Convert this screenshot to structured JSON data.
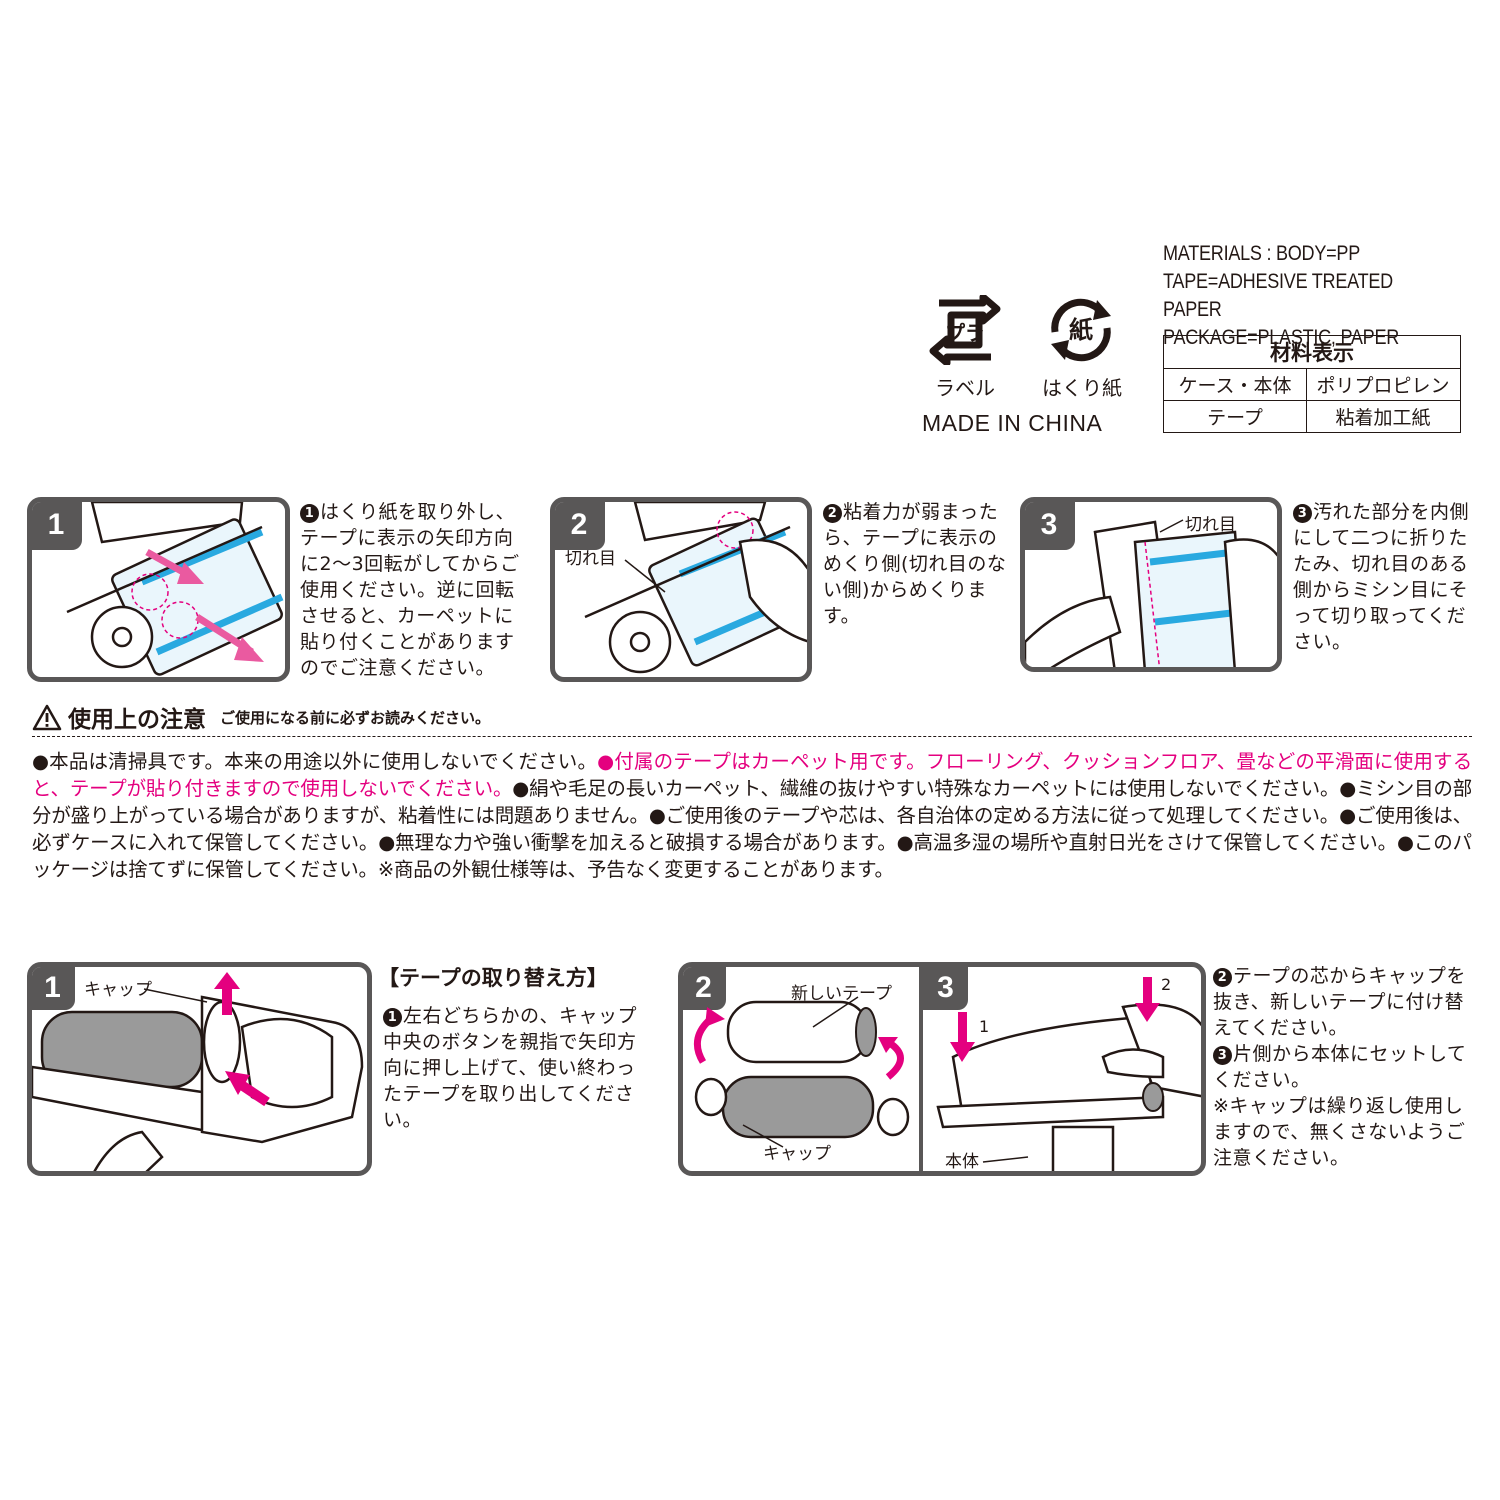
{
  "materials": {
    "line1": "MATERIALS : BODY=PP",
    "line2": "TAPE=ADHESIVE TREATED PAPER",
    "line3": "PACKAGE=PLASTIC, PAPER",
    "table_title": "材料表示",
    "rows": [
      {
        "part": "ケース・本体",
        "material": "ポリプロピレン"
      },
      {
        "part": "テープ",
        "material": "粘着加工紙"
      }
    ]
  },
  "recycle": {
    "pla_mark": "プラ",
    "pla_label": "ラベル",
    "paper_mark": "紙",
    "paper_label": "はくり紙"
  },
  "made_in": "MADE IN CHINA",
  "usage_steps": [
    {
      "num": "1",
      "marker": "1",
      "text": "はくり紙を取り外し、テープに表示の矢印方向に2～3回転がしてからご使用ください。逆に回転させると、カーペットに貼り付くことがありますのでご注意ください。"
    },
    {
      "num": "2",
      "marker": "2",
      "label": "切れ目",
      "text": "粘着力が弱まったら、テープに表示のめくり側(切れ目のない側)からめくります。"
    },
    {
      "num": "3",
      "marker": "3",
      "label": "切れ目",
      "text": "汚れた部分を内側にして二つに折りたたみ、切れ目のある側からミシン目にそって切り取ってください。"
    }
  ],
  "caution": {
    "icon": "warning-icon",
    "title": "使用上の注意",
    "subtitle": "ご使用になる前に必ずお読みください。",
    "p1": "●本品は清掃具です。本来の用途以外に使用しないでください。",
    "p2_pink": "●付属のテープはカーペット用です。フローリング、クッションフロア、畳などの平滑面に使用すると、テープが貼り付きますので使用しないでください。",
    "p3": "●絹や毛足の長いカーペット、繊維の抜けやすい特殊なカーペットには使用しないでください。●ミシン目の部分が盛り上がっている場合がありますが、粘着性には問題ありません。●ご使用後のテープや芯は、各自治体の定める方法に従って処理してください。●ご使用後は、必ずケースに入れて保管してください。●無理な力や強い衝撃を加えると破損する場合があります。●高温多湿の場所や直射日光をさけて保管してください。●このパッケージは捨てずに保管してください。※商品の外観仕様等は、予告なく変更することがあります。"
  },
  "replace": {
    "heading": "【テープの取り替え方】",
    "step1": {
      "num": "1",
      "label": "キャップ",
      "marker": "1",
      "text": "左右どちらかの、キャップ中央のボタンを親指で矢印方向に押し上げて、使い終わったテープを取り出してください。"
    },
    "step2": {
      "num": "2",
      "label_new": "新しいテープ",
      "label_cap": "キャップ"
    },
    "step3": {
      "num": "3",
      "label_body": "本体",
      "arrow1": "1",
      "arrow2": "2"
    },
    "note_marker2": "2",
    "note2": "テープの芯からキャップを抜き、新しいテープに付け替えてください。",
    "note_marker3": "3",
    "note3": "片側から本体にセットしてください。",
    "note4": "※キャップは繰り返し使用しますので、無くさないようご注意ください。"
  },
  "colors": {
    "accent_pink": "#e4007f",
    "tape_blue": "#29a9e0",
    "panel_gray": "#595757",
    "roller_gray": "#9a9a9a"
  }
}
